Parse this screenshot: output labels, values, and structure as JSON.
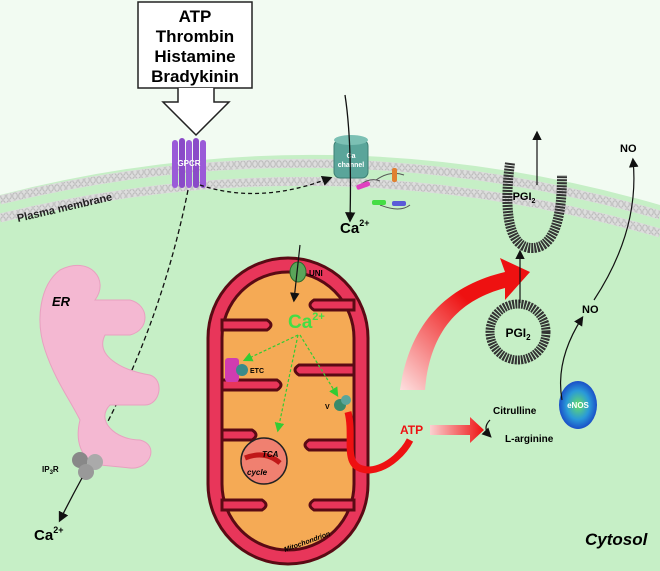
{
  "agonists": [
    "ATP",
    "Thrombin",
    "Histamine",
    "Bradykinin"
  ],
  "labels": {
    "plasma_membrane": "Plasma membrane",
    "gpcr": "GPCR",
    "ca_channel_1": "Ca",
    "ca_channel_2": "channel",
    "ca_cytosol": "Ca",
    "ca_sup": "2+",
    "er": "ER",
    "ip3r": "IP",
    "ip3r_sub": "3",
    "ip3r_end": "R",
    "ca_er": "Ca",
    "uni": "UNI",
    "ca_mito": "Ca",
    "etc": "ETC",
    "v": "V",
    "tca": "TCA",
    "cycle": "cycle",
    "mitochondrion": "Mitochondrion",
    "atp": "ATP",
    "citrulline": "Citrulline",
    "l_arginine": "L-arginine",
    "enos": "eNOS",
    "no_inner": "NO",
    "no_outer": "NO",
    "pgi_vesicle": "PGI",
    "pgi_fused": "PGI",
    "pgi_sub": "2",
    "cytosol": "Cytosol"
  },
  "colors": {
    "cytosol": "#c6efc6",
    "extracellular": "#f2fbf2",
    "mito_outer": "#e8365a",
    "mito_matrix": "#f5aa55",
    "er": "#f4b8d2",
    "gpcr": "#9a5ad8",
    "channel": "#5aa59a",
    "red_arrow": "#ee1111",
    "enos": "#1a6fd8",
    "ca_mito": "#44dd44"
  }
}
